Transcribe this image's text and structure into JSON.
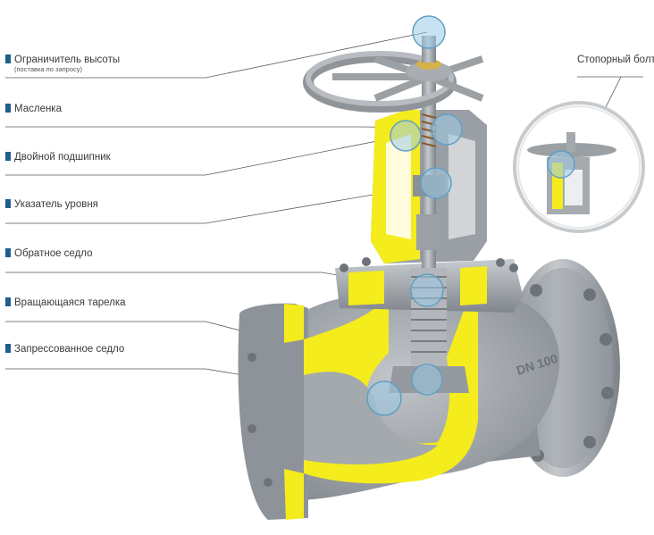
{
  "labels": {
    "height_limiter": "Ограничитель высоты",
    "height_limiter_note": "(поставка по запросу)",
    "oiler": "Масленка",
    "double_bearing": "Двойной подшипник",
    "level_indicator": "Указатель уровня",
    "back_seat": "Обратное седло",
    "rotating_disc": "Вращающаяся тарелка",
    "pressed_seat": "Запрессованное седло",
    "stop_bolt": "Стопорный болт"
  },
  "body_marking": "DN 100",
  "colors": {
    "label_marker": "#1e5f8c",
    "cutaway": "#f4ec1c",
    "metal": "#a9aeb3",
    "metal_dark": "#7c8288",
    "highlight": "#9ccbe6",
    "leader_line": "#5a5a5a"
  }
}
